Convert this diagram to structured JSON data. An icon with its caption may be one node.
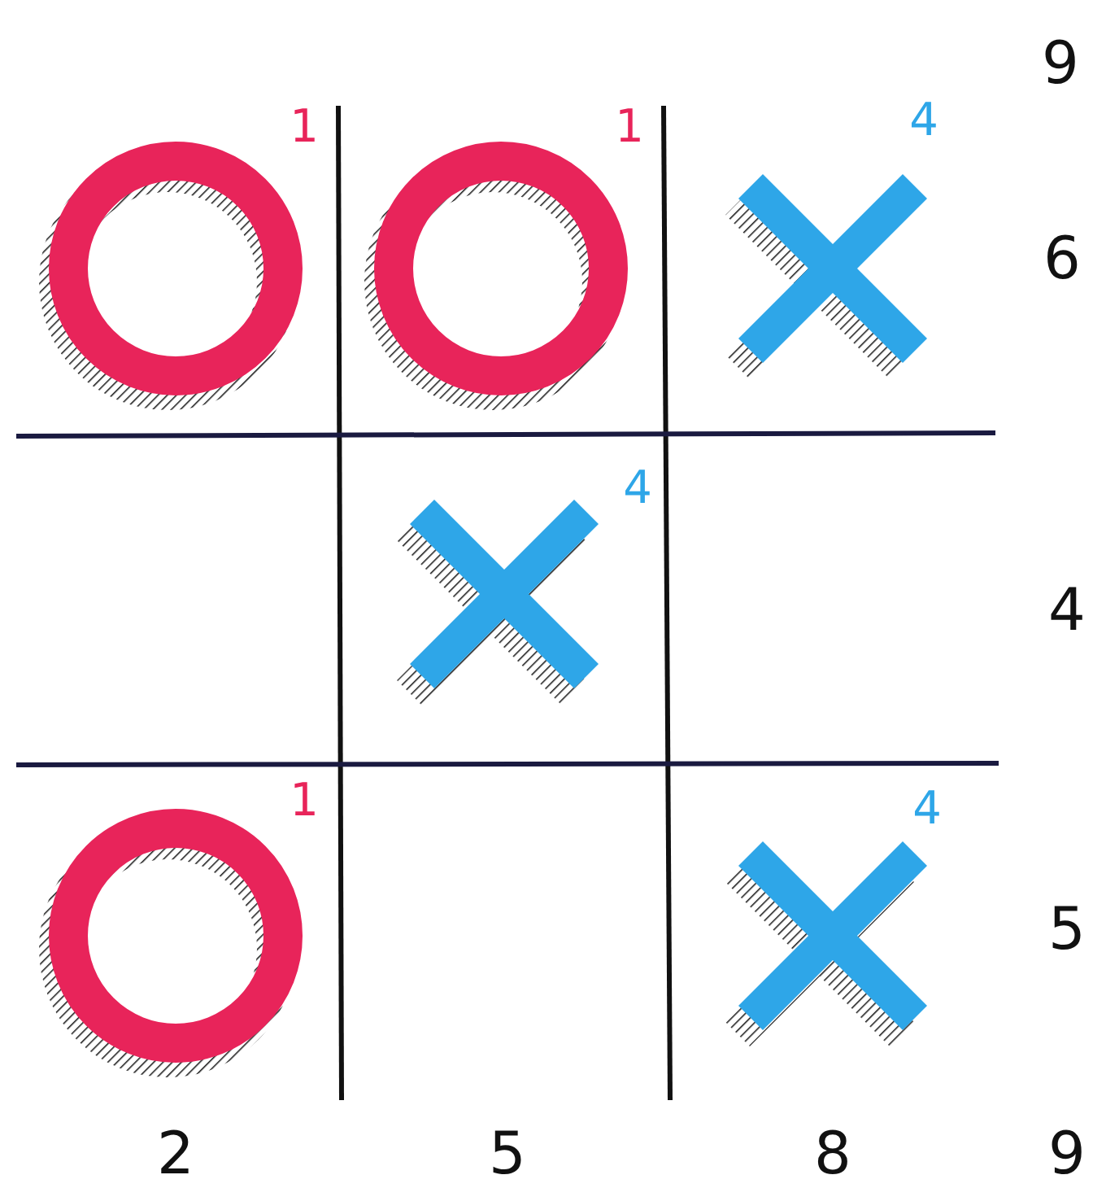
{
  "diagram": {
    "labels": [
      "9",
      "1",
      "1",
      "4",
      "6",
      "4",
      "4",
      "1",
      "4",
      "5",
      "2",
      "5",
      "8",
      "9"
    ]
  }
}
